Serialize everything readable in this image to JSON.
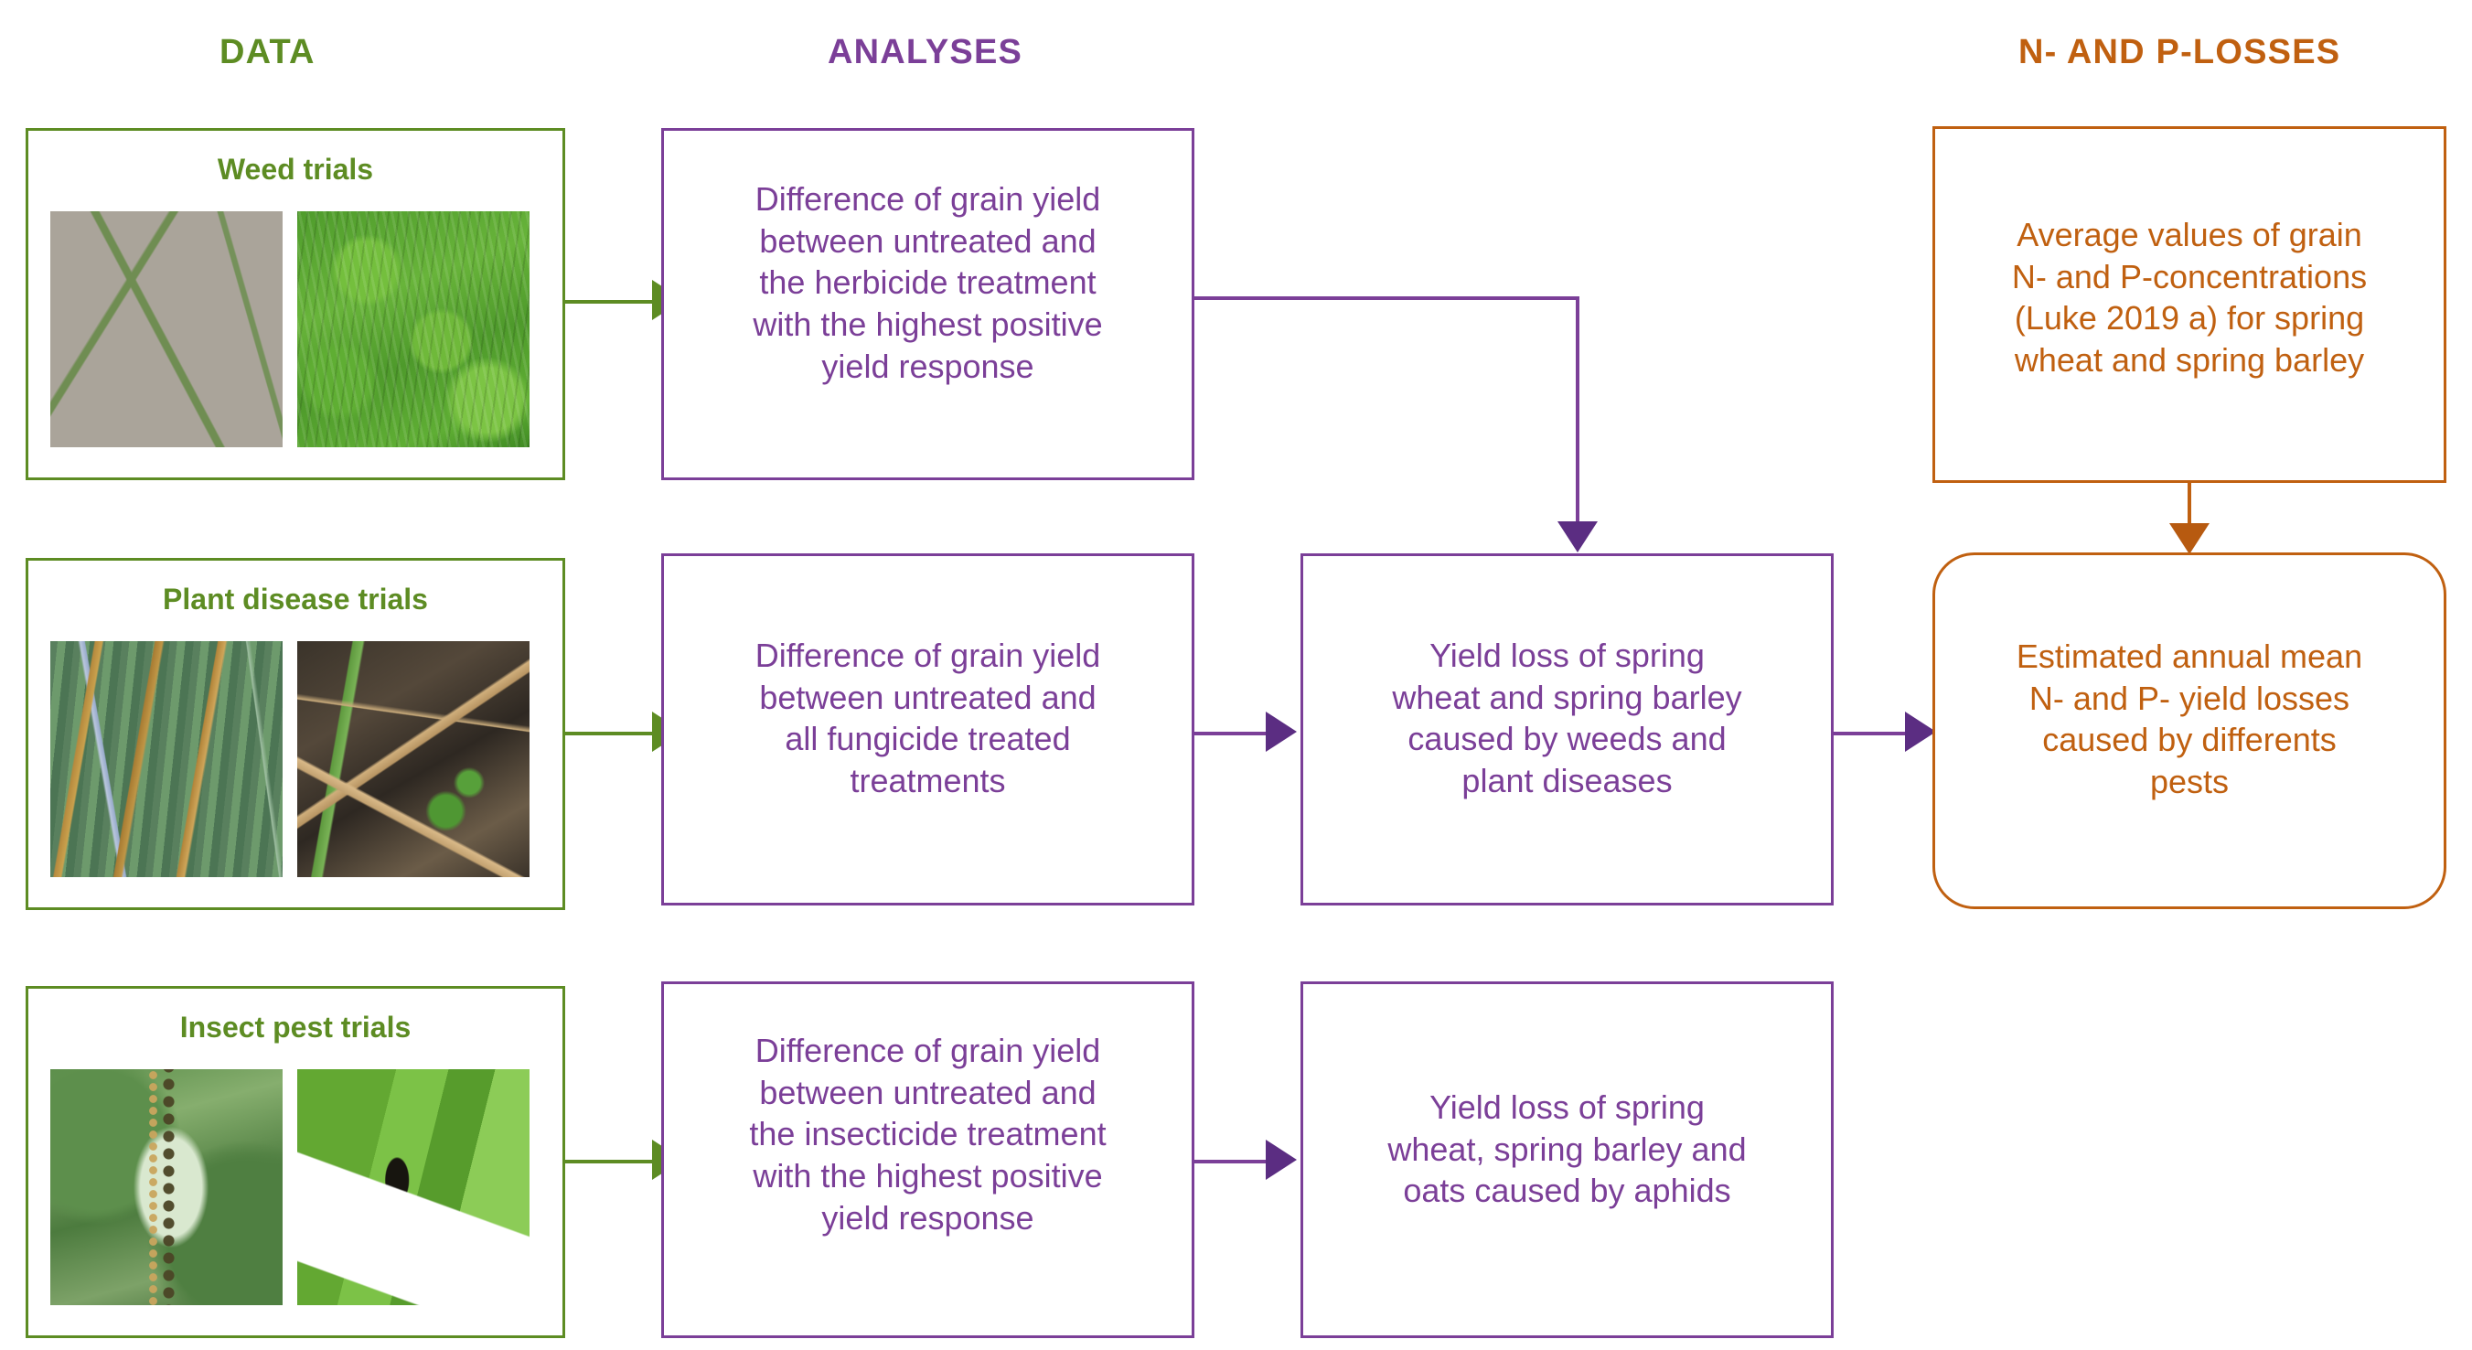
{
  "headers": {
    "data": "DATA",
    "analyses": "ANALYSES",
    "losses": "N- AND P-LOSSES"
  },
  "colors": {
    "green": "#5d8c23",
    "purple": "#7b3f98",
    "purple_arrow": "#5b2d82",
    "orange": "#c06010",
    "background": "#ffffff"
  },
  "data_boxes": [
    {
      "title": "Weed trials",
      "photos": [
        "weed-seedling-on-gravel-photo",
        "dense-green-weedy-crop-photo"
      ]
    },
    {
      "title": "Plant disease trials",
      "photos": [
        "diseased-cereal-leaves-photo",
        "stubble-with-diseased-blade-photo"
      ]
    },
    {
      "title": "Insect pest trials",
      "photos": [
        "aphid-colony-on-stem-photo",
        "beetle-on-green-blade-photo"
      ]
    }
  ],
  "analysis_boxes": [
    {
      "text": "Difference of grain yield\nbetween untreated and\nthe herbicide treatment\nwith the highest positive\nyield response"
    },
    {
      "text": "Difference of grain yield\nbetween untreated and\nall fungicide treated\ntreatments"
    },
    {
      "text": "Difference of grain yield\nbetween untreated and\nthe insecticide treatment\nwith the highest positive\nyield response"
    }
  ],
  "result_boxes": [
    {
      "text": "Yield loss of spring\nwheat and spring barley\ncaused by weeds and\nplant diseases"
    },
    {
      "text": "Yield loss of spring\nwheat, spring barley and\noats caused by aphids"
    }
  ],
  "loss_boxes": [
    {
      "text": "Average values of grain\nN- and P-concentrations\n(Luke 2019 a) for spring\nwheat and spring barley"
    },
    {
      "text": "Estimated annual mean\nN- and P- yield losses\ncaused by differents\npests"
    }
  ]
}
